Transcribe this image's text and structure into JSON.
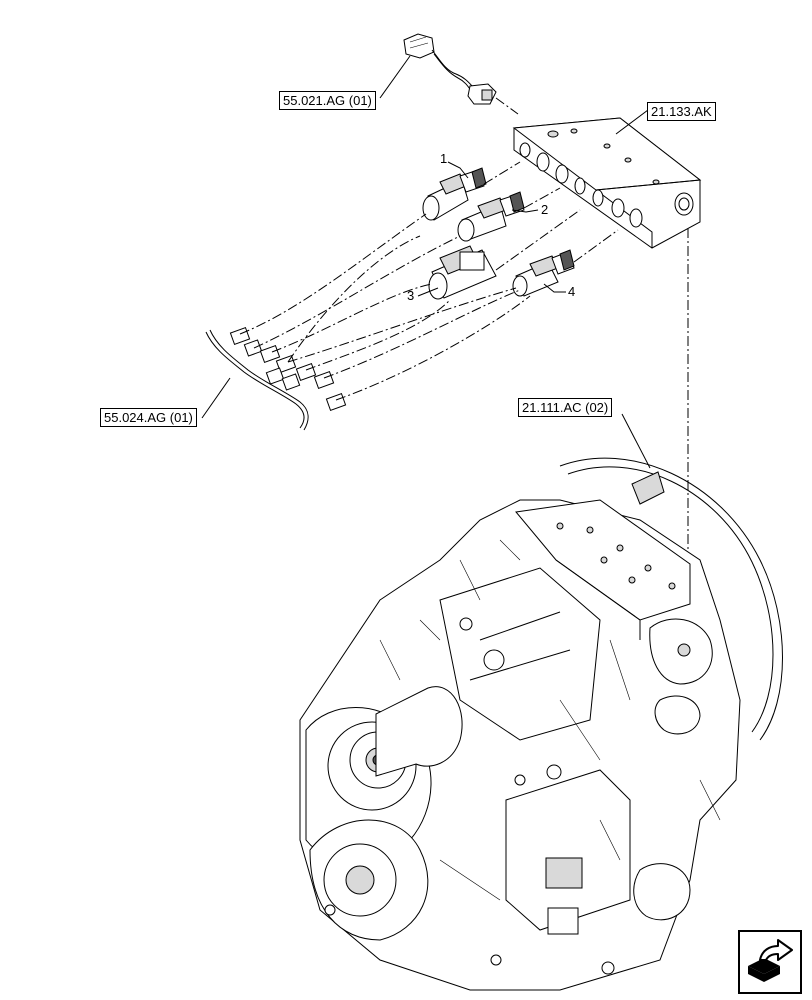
{
  "references": {
    "sensor_harness": "55.021.AG (01)",
    "valve_block": "21.133.AK",
    "wiring_harness": "55.024.AG (01)",
    "transmission": "21.111.AC (02)"
  },
  "callouts": {
    "item1": "1",
    "item2": "2",
    "item3": "3",
    "item4": "4"
  },
  "icons": {
    "nav": "next-page-arrow-icon"
  }
}
